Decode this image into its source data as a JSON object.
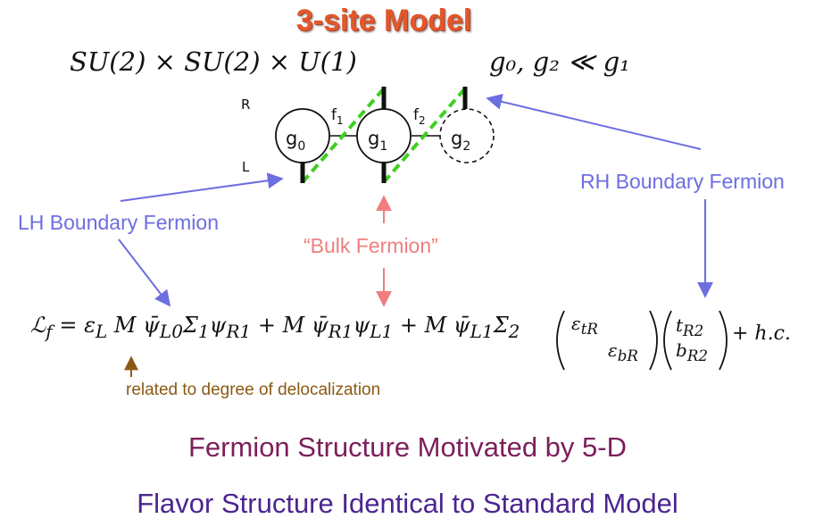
{
  "title": "3-site Model",
  "gauge_group": "SU(2) × SU(2) × U(1)",
  "coupling_relation": "g₀, g₂ ≪ g₁",
  "chirality": {
    "right": "R",
    "left": "L"
  },
  "sites": [
    {
      "label": "g",
      "sub": "0"
    },
    {
      "label": "g",
      "sub": "1"
    },
    {
      "label": "g",
      "sub": "2"
    }
  ],
  "links": [
    {
      "label": "f",
      "sub": "1"
    },
    {
      "label": "f",
      "sub": "2"
    }
  ],
  "labels": {
    "lh_boundary": "LH Boundary Fermion",
    "rh_boundary": "RH Boundary Fermion",
    "bulk": "“Bulk Fermion”",
    "delocalization": "related to degree of delocalization"
  },
  "lagrangian": {
    "lhs": "ℒ",
    "lhs_sub": "f",
    "eq": " = ε",
    "eps_sub": "L",
    "term1": "M ψ̄",
    "t1_sub": "L0",
    "sigma1": "Σ",
    "sigma1_sub": "1",
    "psi_r1": "ψ",
    "psi_r1_sub": "R1",
    "plus1": " + M ψ̄",
    "t2_sub": "R1",
    "psi_l1": "ψ",
    "psi_l1_sub": "L1",
    "plus2": " + M ψ̄",
    "t3_sub": "L1",
    "sigma2": "Σ",
    "sigma2_sub": "2",
    "eps_t": "ε",
    "eps_t_sub": "tR",
    "eps_b": "ε",
    "eps_b_sub": "bR",
    "t_r2": "t",
    "t_r2_sub": "R2",
    "b_r2": "b",
    "b_r2_sub": "R2",
    "hc": "+ h.c."
  },
  "headline1": "Fermion Structure Motivated by 5-D",
  "headline2": "Flavor Structure Identical to Standard Model",
  "colors": {
    "title": "#e3582b",
    "boundary": "#6d6ee0",
    "bulk": "#f07e7e",
    "delocalization": "#8a5a14",
    "headline1": "#7b1f5a",
    "headline2": "#4b2590",
    "dashed_link": "#3ecf1f"
  }
}
